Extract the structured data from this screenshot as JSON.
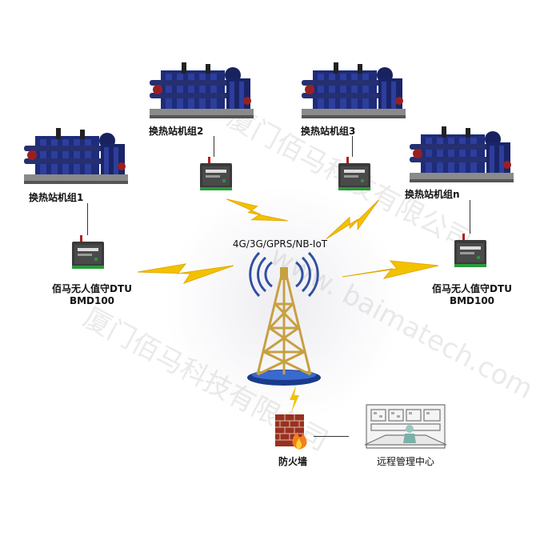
{
  "stations": [
    {
      "label": "换热站机组1"
    },
    {
      "label": "换热站机组2"
    },
    {
      "label": "换热站机组3"
    },
    {
      "label": "换热站机组n"
    }
  ],
  "dtu": {
    "name": "佰马无人值守DTU",
    "model": "BMD100"
  },
  "network": {
    "label": "4G/3G/GPRS/NB-IoT"
  },
  "firewall": {
    "label": "防火墙"
  },
  "center": {
    "label": "远程管理中心"
  },
  "watermark": {
    "company": "厦门佰马科技有限公司",
    "url": "www. baimatech.com"
  },
  "colors": {
    "lightning": "#f2c200",
    "tower": "#c8a040",
    "equipment": "#1e2c7a",
    "dtu": "#3a3a3a"
  }
}
